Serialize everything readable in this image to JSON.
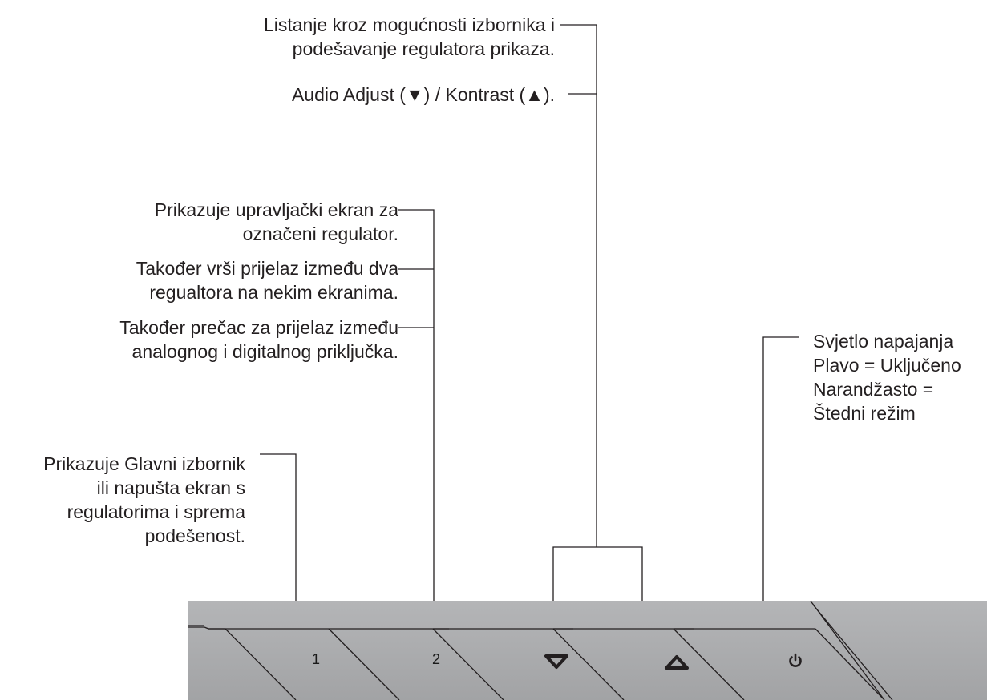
{
  "callouts": {
    "menu_scroll": [
      "Listanje kroz mogućnosti izbornika i",
      "podešavanje regulatora prikaza."
    ],
    "audio_contrast": "Audio Adjust (▼) / Kontrast (▲).",
    "shows_control": [
      "Prikazuje upravljački ekran  za",
      "označeni regulator."
    ],
    "toggle_controls": [
      "Također vrši prijelaz između dva",
      "regualtora na nekim ekranima."
    ],
    "input_shortcut": [
      "Također prečac za prijelaz između",
      "analognog i digitalnog priključka."
    ],
    "main_menu": [
      "Prikazuje Glavni izbornik",
      "ili napušta ekran s",
      "regulatorima i sprema",
      "podešenost."
    ],
    "power_light": [
      "Svjetlo napajanja",
      "Plavo = Uključeno",
      "Narandžasto =",
      "Štedni režim"
    ]
  },
  "panel": {
    "buttons": [
      {
        "label": "1",
        "icon": "none"
      },
      {
        "label": "2",
        "icon": "none"
      },
      {
        "label": "",
        "icon": "down-triangle-icon"
      },
      {
        "label": "",
        "icon": "up-triangle-icon"
      },
      {
        "label": "",
        "icon": "power-icon"
      }
    ],
    "colors": {
      "face": "#a9aaac",
      "edge": "#231f20",
      "line": "#231f20"
    }
  }
}
